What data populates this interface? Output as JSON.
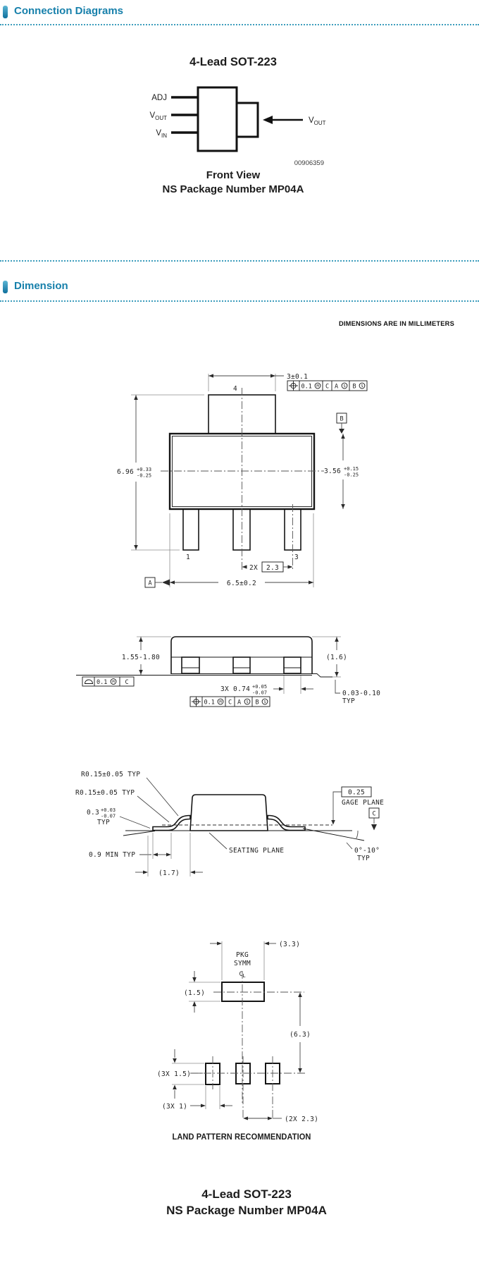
{
  "header_sections": {
    "connection_title": "Connection Diagrams",
    "dimension_title": "Dimension"
  },
  "connection_diagram": {
    "title": "4-Lead SOT-223",
    "pins": {
      "adj": "ADJ",
      "v": "V",
      "out_sub": "OUT",
      "in_sub": "IN"
    },
    "figure_number": "00906359",
    "caption_line1": "Front View",
    "caption_line2": "NS Package Number MP04A"
  },
  "dim": {
    "units_note": "DIMENSIONS ARE IN MILLIMETERS",
    "top_view": {
      "tab_width": "3±0.1",
      "pin4": "4",
      "datum_b": "B",
      "datum_a": "A",
      "body_height": "6.96",
      "body_height_tol_up": "+0.33",
      "body_height_tol_dn": "-0.25",
      "body_depth": "3.56",
      "body_depth_tol_up": "+0.15",
      "body_depth_tol_dn": "-0.25",
      "pin1": "1",
      "pin3": "3",
      "pitch_prefix": "2X",
      "pitch_value": "2.3",
      "lead_span": "6.5±0.2",
      "fcf": {
        "tol": "0.1",
        "mod": "M",
        "datum1": "C",
        "datum2": "A",
        "datum2_mod": "S",
        "datum3": "B",
        "datum3_mod": "S"
      }
    },
    "side_view": {
      "height_range": "1.55-1.80",
      "height_ref": "(1.6)",
      "flatness": {
        "tol": "0.1",
        "mod": "M",
        "datum": "C"
      },
      "lead_width": "3X 0.74",
      "lead_width_tol_up": "+0.05",
      "lead_width_tol_dn": "-0.07",
      "fcf": {
        "tol": "0.1",
        "mod": "M",
        "datum1": "C",
        "datum2": "A",
        "datum2_mod": "S",
        "datum3": "B",
        "datum3_mod": "S"
      },
      "standoff": "0.03-0.10",
      "standoff_typ": "TYP"
    },
    "profile_view": {
      "radius_top": "R0.15±0.05 TYP",
      "radius_bottom": "R0.15±0.05 TYP",
      "lead_thickness": "0.3",
      "lead_thickness_tol_up": "+0.03",
      "lead_thickness_tol_dn": "-0.07",
      "lead_thickness_typ": "TYP",
      "foot_length": "0.9 MIN TYP",
      "ref_length": "(1.7)",
      "seating_plane": "SEATING PLANE",
      "gage_offset": "0.25",
      "gage_plane": "GAGE PLANE",
      "datum_c": "C",
      "angle": "0°-10°",
      "angle_typ": "TYP"
    },
    "land_pattern": {
      "tab_width": "(3.3)",
      "pkg": "PKG",
      "symm": "SYMM",
      "cl_c": "C",
      "cl_l": "L",
      "tab_height": "(1.5)",
      "span": "(6.3)",
      "pad_height": "(3X 1.5)",
      "pad_width": "(3X 1)",
      "pitch": "(2X 2.3)",
      "caption": "LAND PATTERN RECOMMENDATION"
    },
    "footer_title": "4-Lead SOT-223",
    "footer_subtitle": "NS Package Number MP04A"
  }
}
